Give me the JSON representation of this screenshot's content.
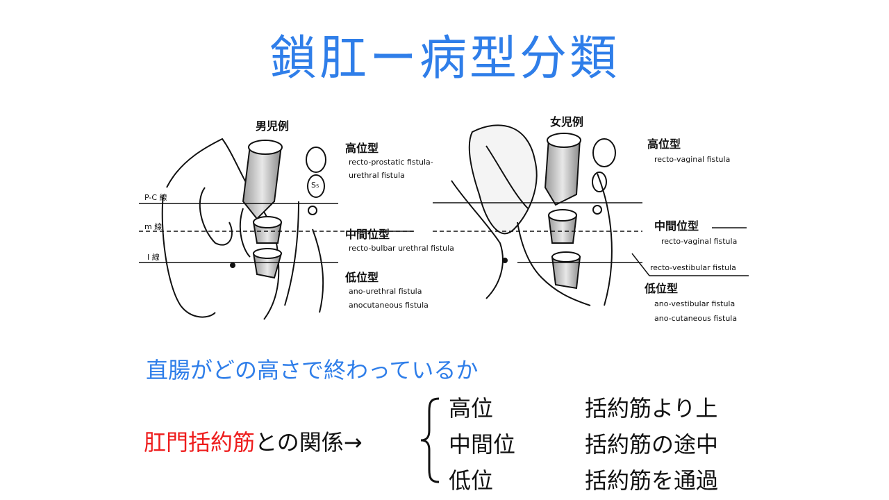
{
  "title": "鎖肛ー病型分類",
  "figure": {
    "male": {
      "heading": "男児例",
      "line_labels": [
        "P-C 線",
        "m 線",
        "I 線"
      ],
      "sacral_label": "S₅",
      "high_type": "高位型",
      "high_en": [
        "recto-prostatic fistula-",
        "urethral fistula"
      ],
      "mid_type": "中間位型",
      "mid_en": [
        "recto-bulbar urethral fistula"
      ],
      "low_type": "低位型",
      "low_en": [
        "ano-urethral fistula",
        "anocutaneous fistula"
      ]
    },
    "female": {
      "heading": "女児例",
      "high_type": "高位型",
      "high_en": [
        "recto-vaginal fistula"
      ],
      "mid_type": "中間位型",
      "mid_en": [
        "recto-vaginal fistula",
        "recto-vestibular fistula"
      ],
      "low_type": "低位型",
      "low_en": [
        "ano-vestibular fistula",
        "ano-cutaneous fistula"
      ]
    }
  },
  "question": "直腸がどの高さで終わっているか",
  "relation": {
    "highlight": "肛門括約筋",
    "rest": "との関係→"
  },
  "levels": [
    "高位",
    "中間位",
    "低位"
  ],
  "descriptions": [
    "括約筋より上",
    "括約筋の途中",
    "括約筋を通過"
  ],
  "colors": {
    "title": "#2f7ee9",
    "question": "#2f7ee9",
    "highlight": "#ee1c1c",
    "text": "#111111"
  }
}
